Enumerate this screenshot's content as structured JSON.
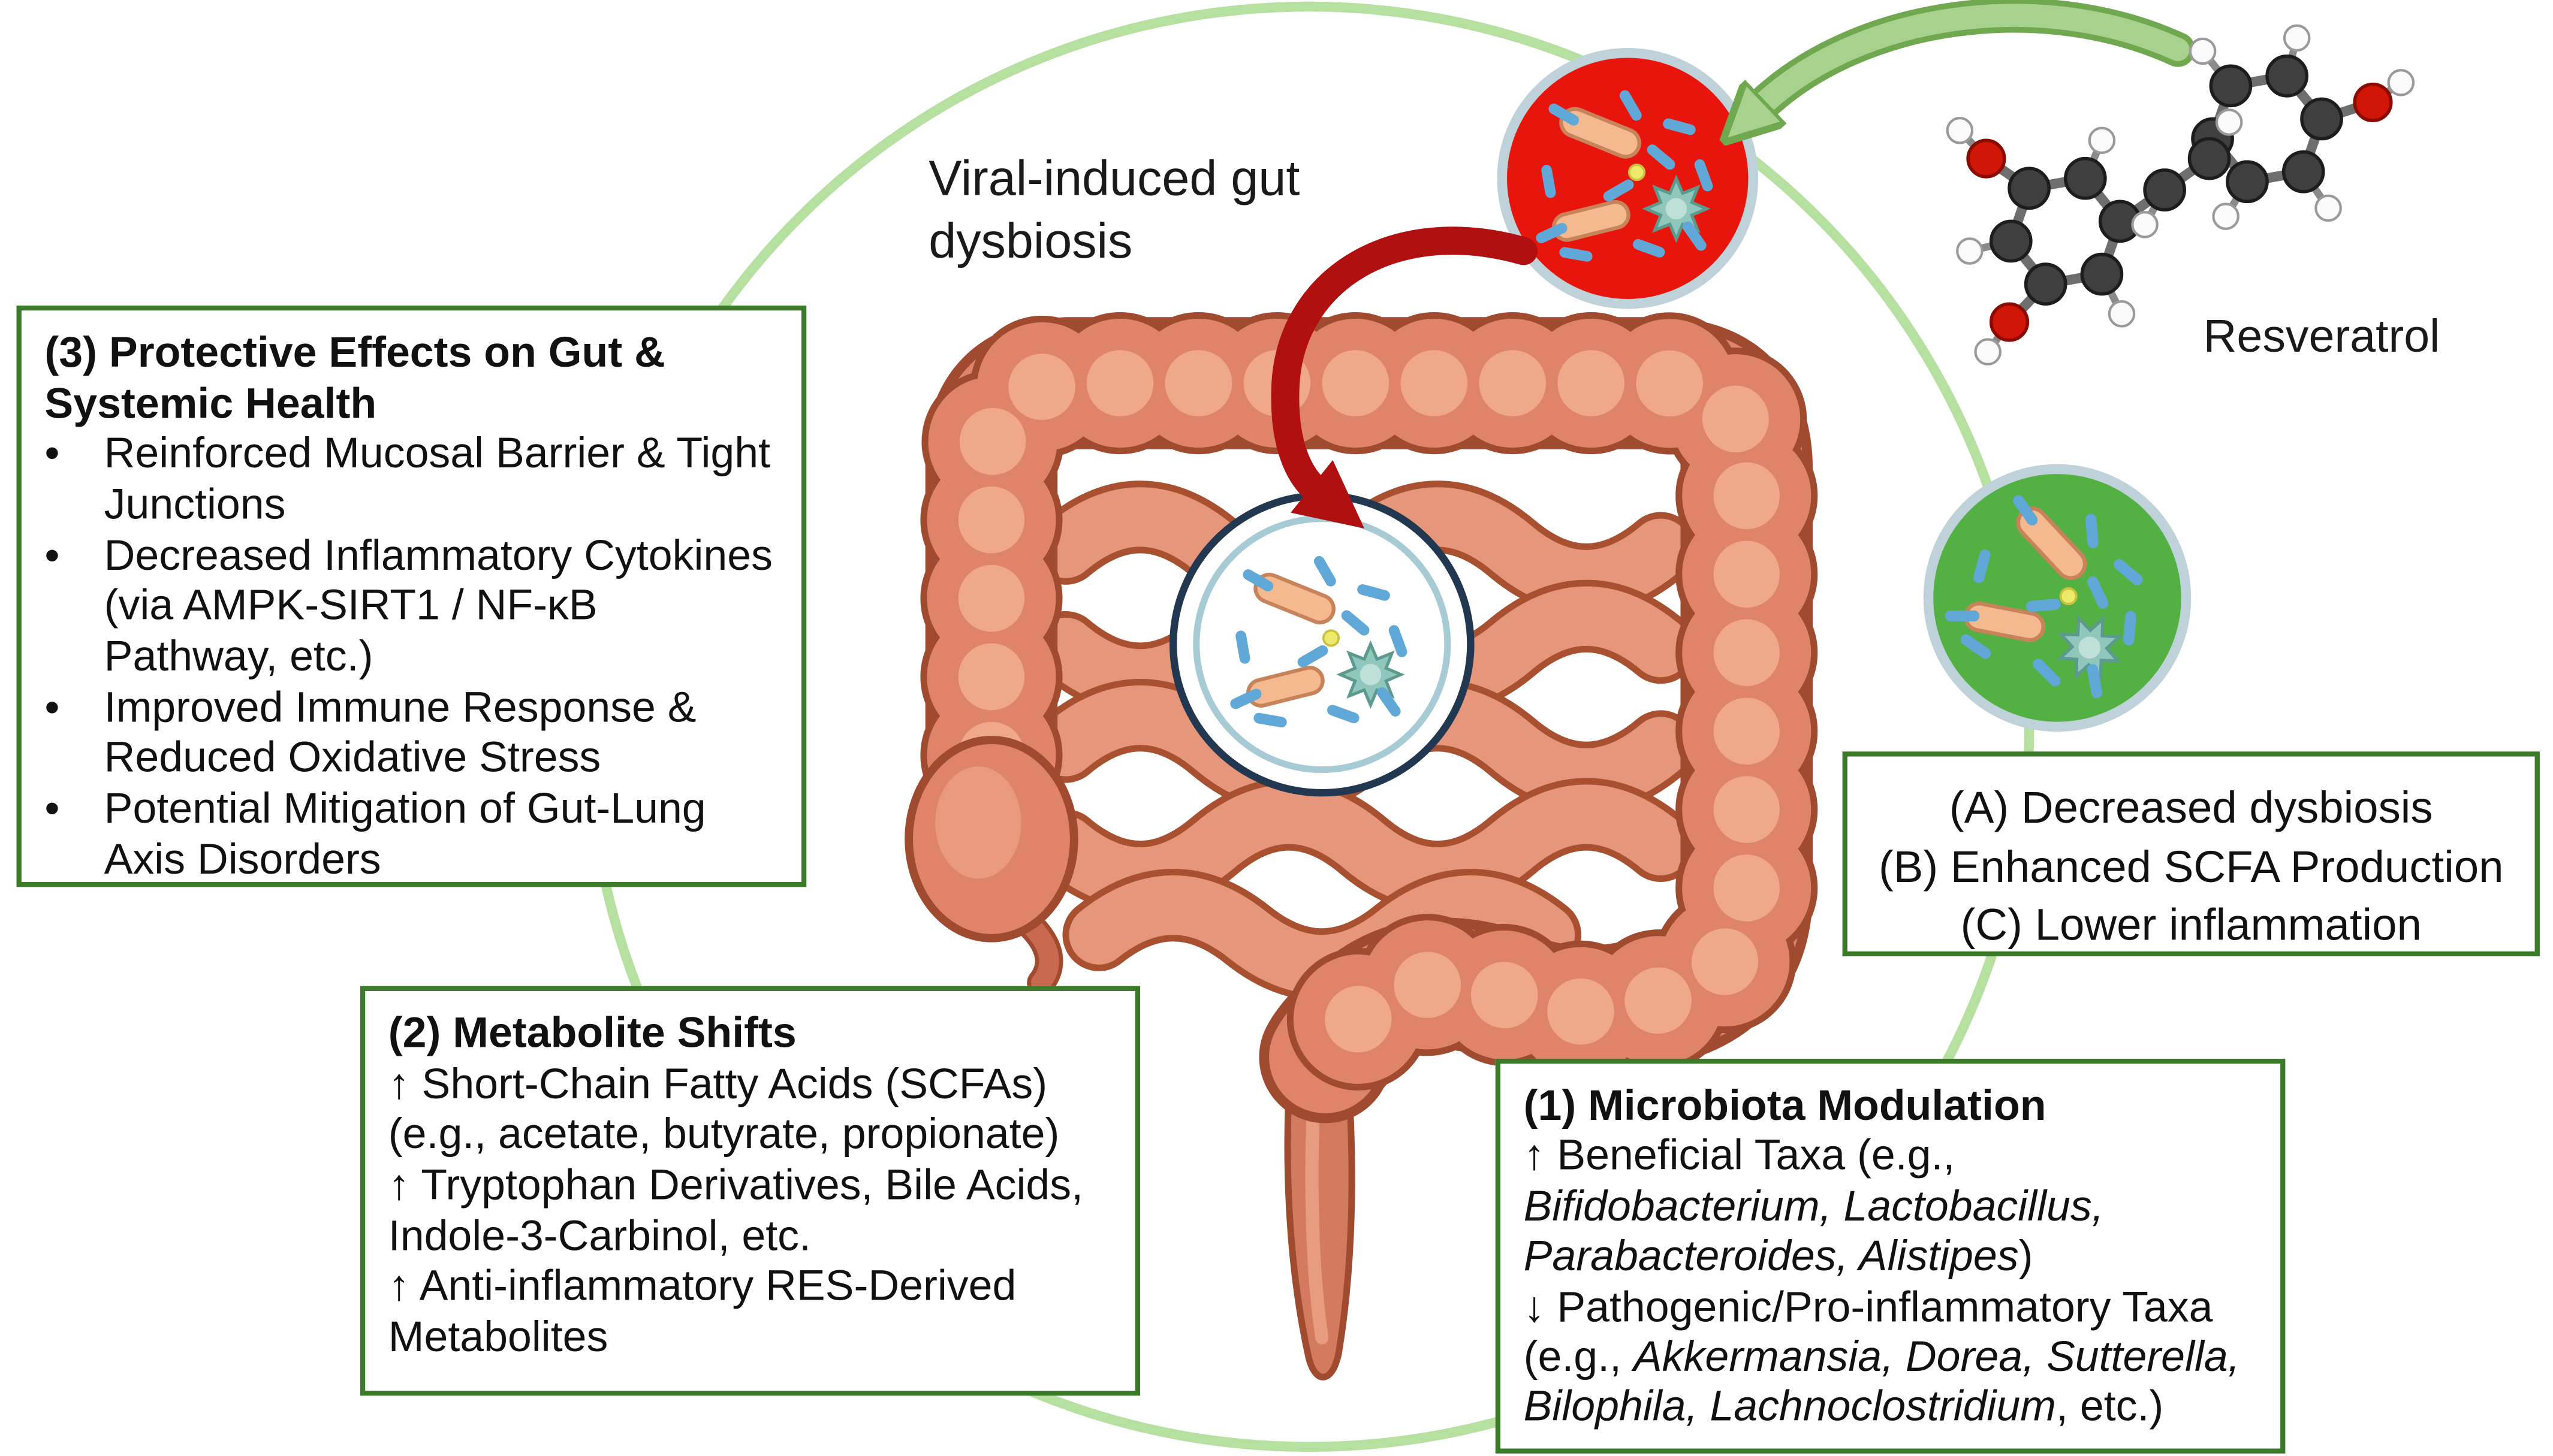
{
  "labels": {
    "viral_dysbiosis": "Viral-induced gut dysbiosis",
    "resveratrol": "Resveratrol"
  },
  "boxes": {
    "protective": {
      "title": "(3) Protective Effects on Gut & Systemic Health",
      "bullets": [
        "Reinforced Mucosal Barrier & Tight Junctions",
        "Decreased Inflammatory Cytokines (via AMPK-SIRT1 / NF-κB Pathway, etc.)",
        "Improved Immune Response & Reduced Oxidative Stress",
        "Potential Mitigation of Gut-Lung Axis Disorders"
      ]
    },
    "metabolite": {
      "title": "(2) Metabolite Shifts",
      "lines": [
        "↑ Short-Chain Fatty Acids (SCFAs) (e.g., acetate, butyrate, propionate)",
        "↑ Tryptophan Derivatives, Bile Acids, Indole-3-Carbinol, etc.",
        "↑ Anti-inflammatory RES-Derived Metabolites"
      ]
    },
    "outcomes": {
      "lines": [
        "(A) Decreased dysbiosis",
        "(B) Enhanced SCFA Production",
        "(C) Lower inflammation"
      ]
    },
    "microbiota": {
      "title": "(1) Microbiota Modulation",
      "rich_lines": [
        [
          {
            "t": "↑ Beneficial Taxa (e.g., "
          },
          {
            "t": "Bifidobacterium, Lactobacillus, Parabacteroides, Alistipes",
            "i": true
          },
          {
            "t": ")"
          }
        ],
        [
          {
            "t": "↓ Pathogenic/Pro-inflammatory Taxa (e.g., "
          },
          {
            "t": "Akkermansia, Dorea, Sutterella, Bilophila, Lachnoclostridium",
            "i": true
          },
          {
            "t": ", etc.)"
          }
        ]
      ]
    }
  },
  "colors": {
    "box_border_green": "#3A7A28",
    "cycle_circle_green": "#B5E0A0",
    "dysbiosis_red": "#E8150C",
    "healthy_green": "#53B143",
    "arrow_red": "#B01010",
    "arrow_green": "#A9D18E",
    "intestine_salmon": "#DF8468"
  }
}
